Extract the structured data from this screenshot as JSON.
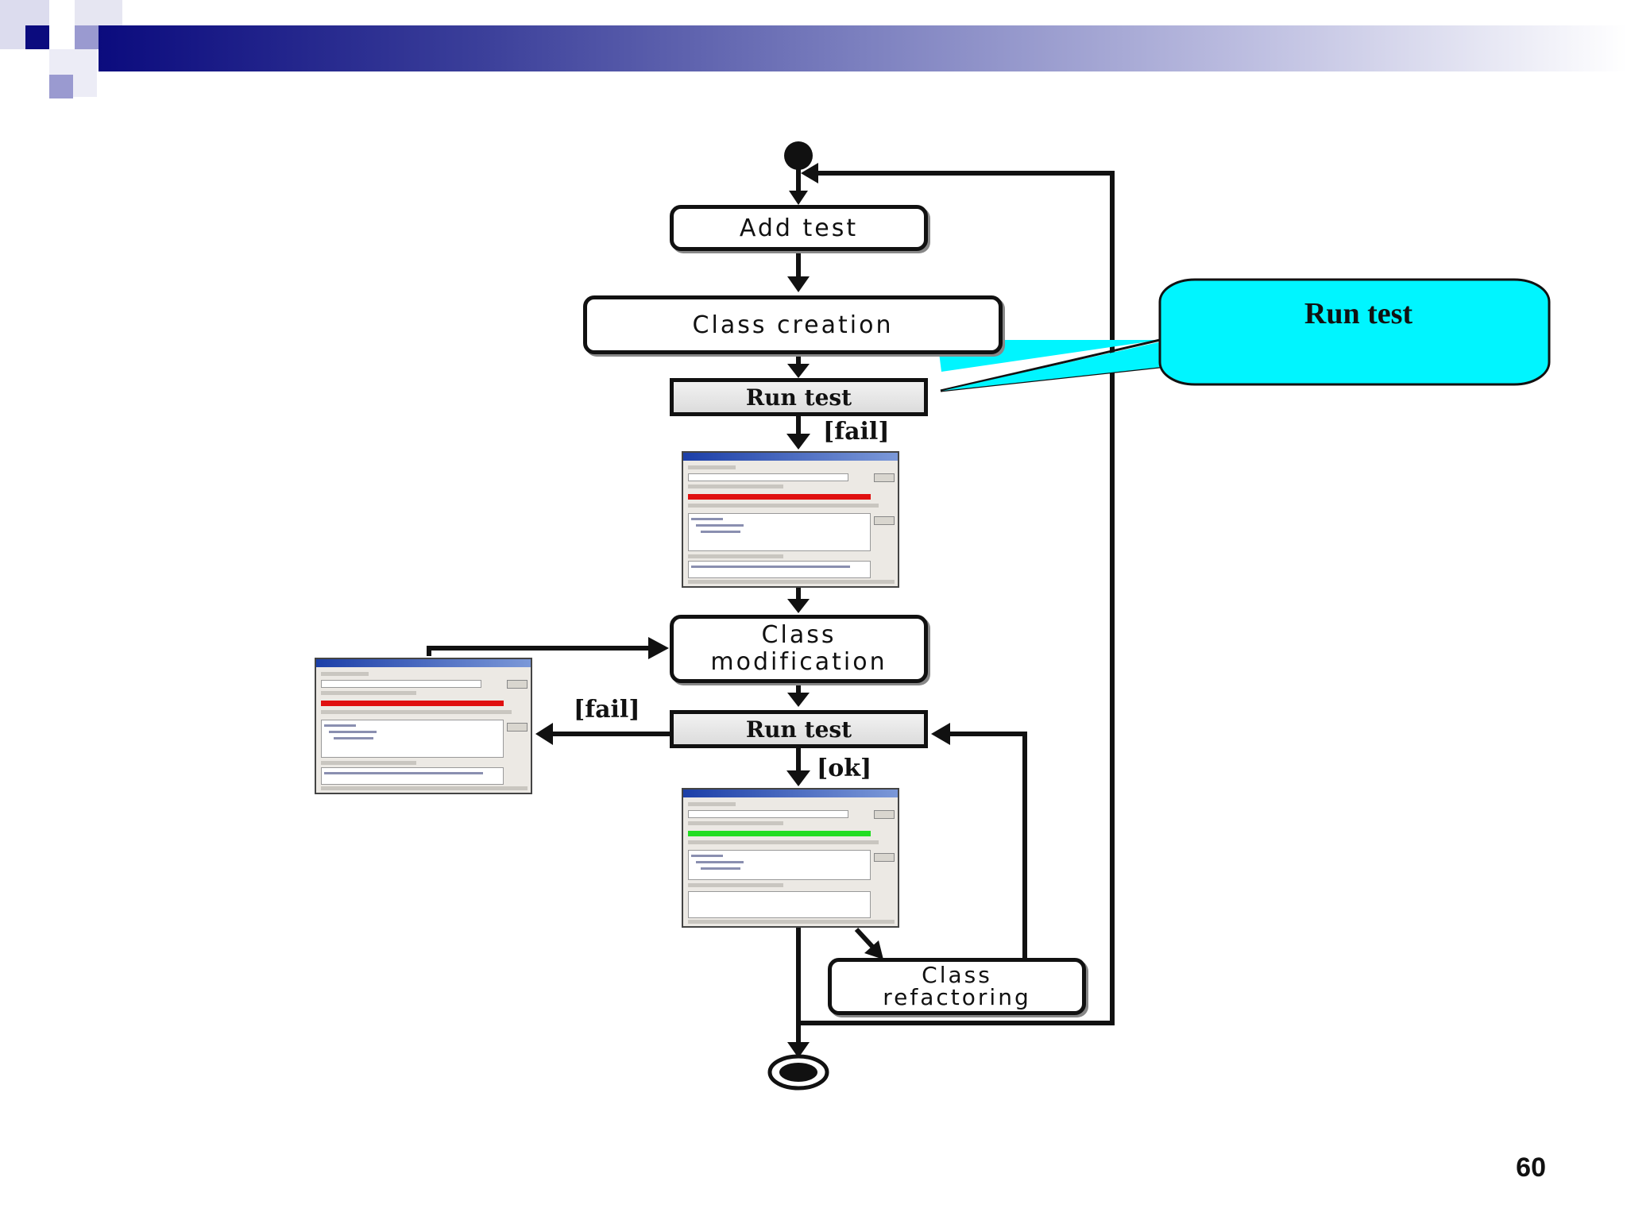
{
  "slide": {
    "page_number": "60",
    "colors": {
      "header_dark": "#0b0b7e",
      "callout_fill": "#00f5ff",
      "fail_bar": "#e01010",
      "ok_bar": "#22dd22"
    }
  },
  "diagram": {
    "nodes": {
      "add_test": "Add test",
      "class_creation": "Class creation",
      "run_test_1": "Run test",
      "class_modification_line1": "Class",
      "class_modification_line2": "modification",
      "run_test_2": "Run test",
      "class_refactoring_line1": "Class",
      "class_refactoring_line2": "refactoring"
    },
    "guards": {
      "fail_1": "[fail]",
      "fail_2": "[fail]",
      "ok": "[ok]"
    },
    "callout": "Run test",
    "screenshots": [
      {
        "name": "junit-window-fail-1",
        "status": "fail"
      },
      {
        "name": "junit-window-fail-2",
        "status": "fail"
      },
      {
        "name": "junit-window-ok",
        "status": "ok"
      }
    ]
  }
}
